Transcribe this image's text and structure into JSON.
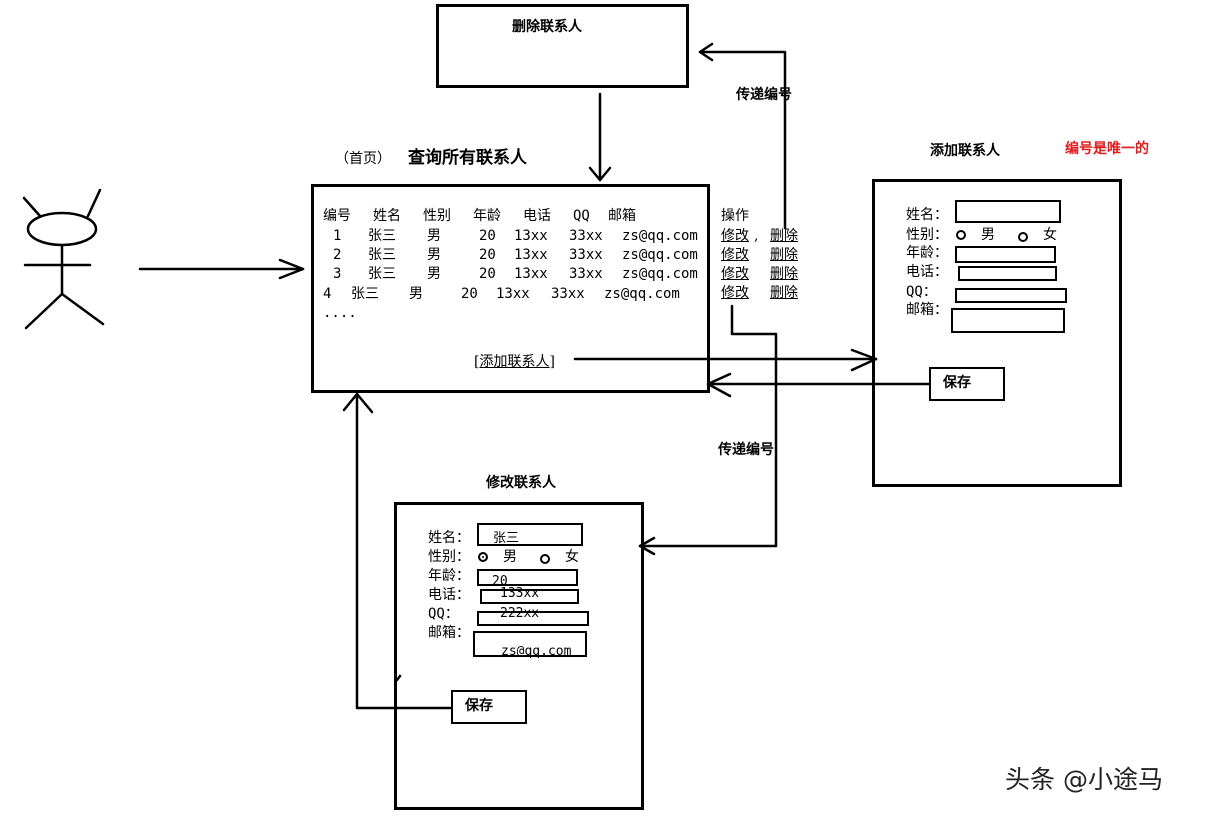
{
  "delete_box": {
    "title": "删除联系人"
  },
  "transfer_label_top": "传递编号",
  "transfer_label_mid": "传递编号",
  "home": {
    "prefix": "（首页）",
    "title": "查询所有联系人",
    "headers": [
      "编号",
      "姓名",
      "性别",
      "年龄",
      "电话",
      "QQ",
      "邮箱"
    ],
    "ops_header": "操作",
    "rows": [
      {
        "id": "1",
        "name": "张三",
        "gender": "男",
        "age": "20",
        "phone": "13xx",
        "qq": "33xx",
        "email": "zs@qq.com"
      },
      {
        "id": "2",
        "name": "张三",
        "gender": "男",
        "age": "20",
        "phone": "13xx",
        "qq": "33xx",
        "email": "zs@qq.com"
      },
      {
        "id": "3",
        "name": "张三",
        "gender": "男",
        "age": "20",
        "phone": "13xx",
        "qq": "33xx",
        "email": "zs@qq.com"
      },
      {
        "id": "4",
        "name": "张三",
        "gender": "男",
        "age": "20",
        "phone": "13xx",
        "qq": "33xx",
        "email": "zs@qq.com"
      }
    ],
    "ops": [
      {
        "edit": "修改",
        "sep": ",",
        "del": "删除"
      },
      {
        "edit": "修改",
        "sep": "",
        "del": "删除"
      },
      {
        "edit": "修改",
        "sep": "",
        "del": "删除"
      },
      {
        "edit": "修改",
        "sep": "",
        "del": "删除"
      }
    ],
    "ellipsis": "....",
    "add_link": {
      "open": "[",
      "text": "添加联系人",
      "close": "]"
    }
  },
  "add_form": {
    "title": "添加联系人",
    "note": "编号是唯一的",
    "note_color": "#e02020",
    "labels": {
      "name": "姓名：",
      "gender": "性别：",
      "age": "年龄：",
      "phone": "电话：",
      "qq": "QQ：",
      "email": "邮箱："
    },
    "gender_options": [
      "男",
      "女"
    ],
    "save": "保存"
  },
  "edit_form": {
    "title": "修改联系人",
    "labels": {
      "name": "姓名：",
      "gender": "性别：",
      "age": "年龄：",
      "phone": "电话：",
      "qq": "QQ：",
      "email": "邮箱："
    },
    "gender_options": [
      "男",
      "女"
    ],
    "values": {
      "name": "张三",
      "age": "20",
      "phone": "133xx",
      "qq": "222xx",
      "email": "zs@qq.com"
    },
    "save": "保存"
  },
  "watermark": "头条 @小途马"
}
